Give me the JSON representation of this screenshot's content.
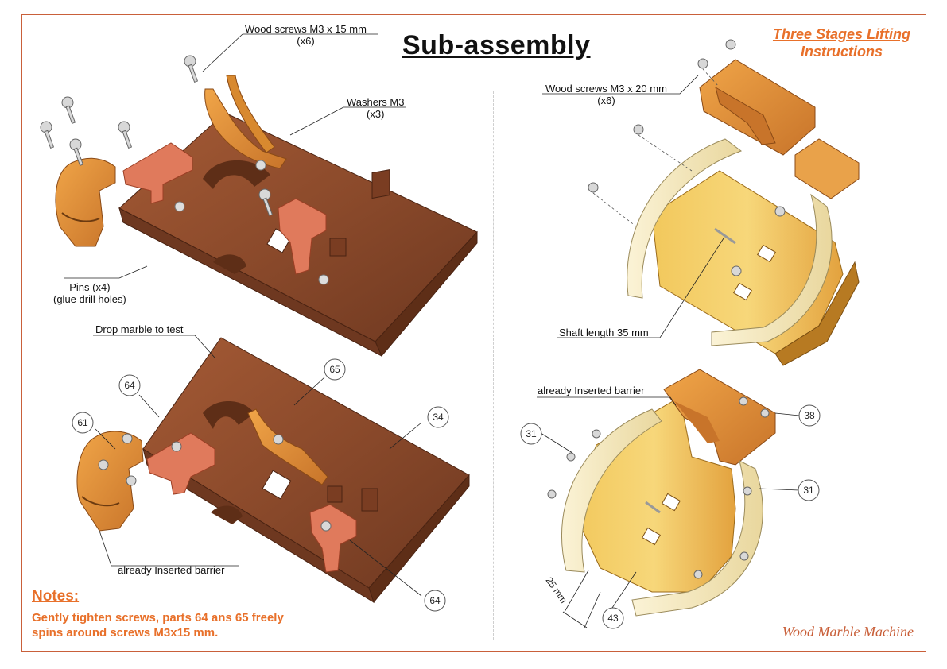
{
  "title": "Sub-assembly",
  "header": {
    "line1": "Three Stages Lifting",
    "line2": "Instructions"
  },
  "callouts": {
    "screws_15": {
      "line1": "Wood screws M3 x 15 mm",
      "line2": "(x6)"
    },
    "washers": {
      "line1": "Washers M3",
      "line2": "(x3)"
    },
    "pins": {
      "line1": "Pins (x4)",
      "line2": "(glue drill holes)"
    },
    "drop_marble": "Drop marble to test",
    "barrier_left": "already Inserted barrier",
    "screws_20": {
      "line1": "Wood screws M3 x 20 mm",
      "line2": "(x6)"
    },
    "shaft": "Shaft length 35 mm",
    "barrier_right": "already Inserted barrier",
    "dimension": "25 mm"
  },
  "part_numbers": {
    "p64a": "64",
    "p65": "65",
    "p61": "61",
    "p34": "34",
    "p64b": "64",
    "p31a": "31",
    "p38": "38",
    "p31b": "31",
    "p43": "43"
  },
  "notes": {
    "heading": "Notes:",
    "line1": "Gently tighten screws, parts 64 ans 65  freely",
    "line2": "spins around screws M3x15 mm."
  },
  "brand": "Wood Marble Machine",
  "colors": {
    "accent": "#e8702a",
    "mahogany": "#8b4a2b",
    "mahogany_dark": "#5e2e17",
    "pine": "#e9b24e",
    "pine_light": "#f6dc8e",
    "ring": "#f3e6b8",
    "red_part": "#e07a5c",
    "screw": "#c9c9c9"
  }
}
